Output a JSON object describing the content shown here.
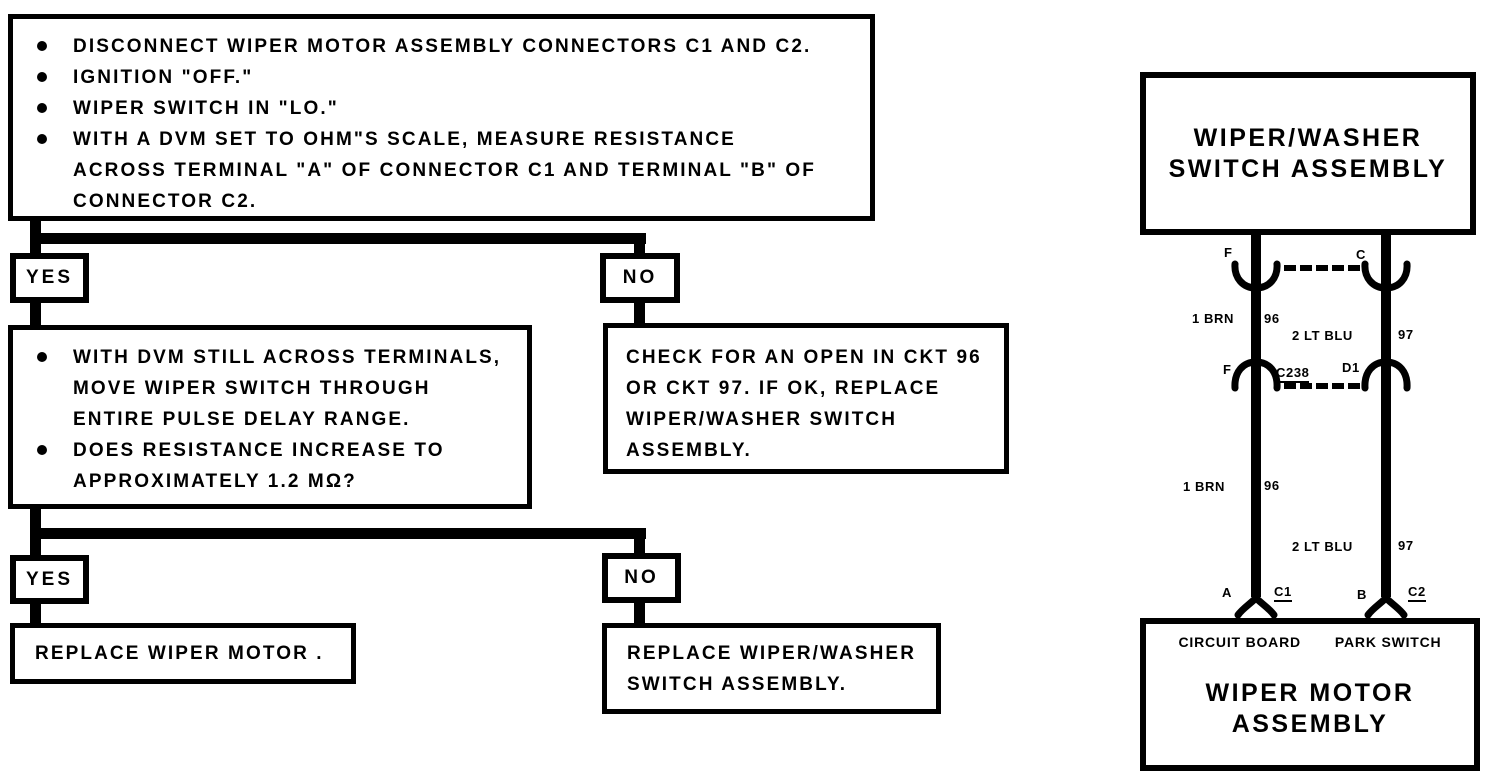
{
  "page": {
    "background": "#ffffff",
    "ink": "#000000"
  },
  "flowchart": {
    "step1": {
      "bullets": [
        "DISCONNECT WIPER MOTOR ASSEMBLY CONNECTORS C1 AND C2.",
        "IGNITION \"OFF.\"",
        "WIPER SWITCH IN \"LO.\"",
        "WITH A DVM SET TO OHM\"S SCALE, MEASURE RESISTANCE\nACROSS TERMINAL \"A\" OF CONNECTOR C1 AND TERMINAL \"B\" OF\nCONNECTOR C2."
      ]
    },
    "branch1": {
      "yes_label": "YES",
      "no_label": "NO"
    },
    "step2": {
      "bullets": [
        "WITH DVM STILL ACROSS TERMINALS,\nMOVE WIPER SWITCH THROUGH\nENTIRE PULSE DELAY RANGE.",
        "DOES RESISTANCE INCREASE TO\nAPPROXIMATELY 1.2 MΩ?"
      ]
    },
    "check_open": "CHECK FOR AN OPEN IN CKT 96\nOR CKT 97.  IF OK, REPLACE\nWIPER/WASHER SWITCH\nASSEMBLY.",
    "branch2": {
      "yes_label": "YES",
      "no_label": "NO"
    },
    "replace_motor": "REPLACE WIPER MOTOR .",
    "replace_switch": "REPLACE WIPER/WASHER\nSWITCH ASSEMBLY."
  },
  "wiring": {
    "switch_box_title": "WIPER/WASHER\nSWITCH ASSEMBLY",
    "terminals": {
      "top_left": "F",
      "top_right": "C",
      "mid_left": "F",
      "mid_right": "D1",
      "bottom_left": "A",
      "bottom_right": "B"
    },
    "connectors": {
      "inline": "C238",
      "motor_left": "C1",
      "motor_right": "C2"
    },
    "wires": {
      "left_upper": {
        "name": "1 BRN",
        "circuit": "96"
      },
      "right_upper": {
        "name": "2 LT BLU",
        "circuit": "97"
      },
      "left_lower": {
        "name": "1 BRN",
        "circuit": "96"
      },
      "right_lower": {
        "name": "2 LT BLU",
        "circuit": "97"
      }
    },
    "motor_box": {
      "label_left": "CIRCUIT BOARD",
      "label_right": "PARK SWITCH",
      "title": "WIPER MOTOR\nASSEMBLY"
    }
  }
}
